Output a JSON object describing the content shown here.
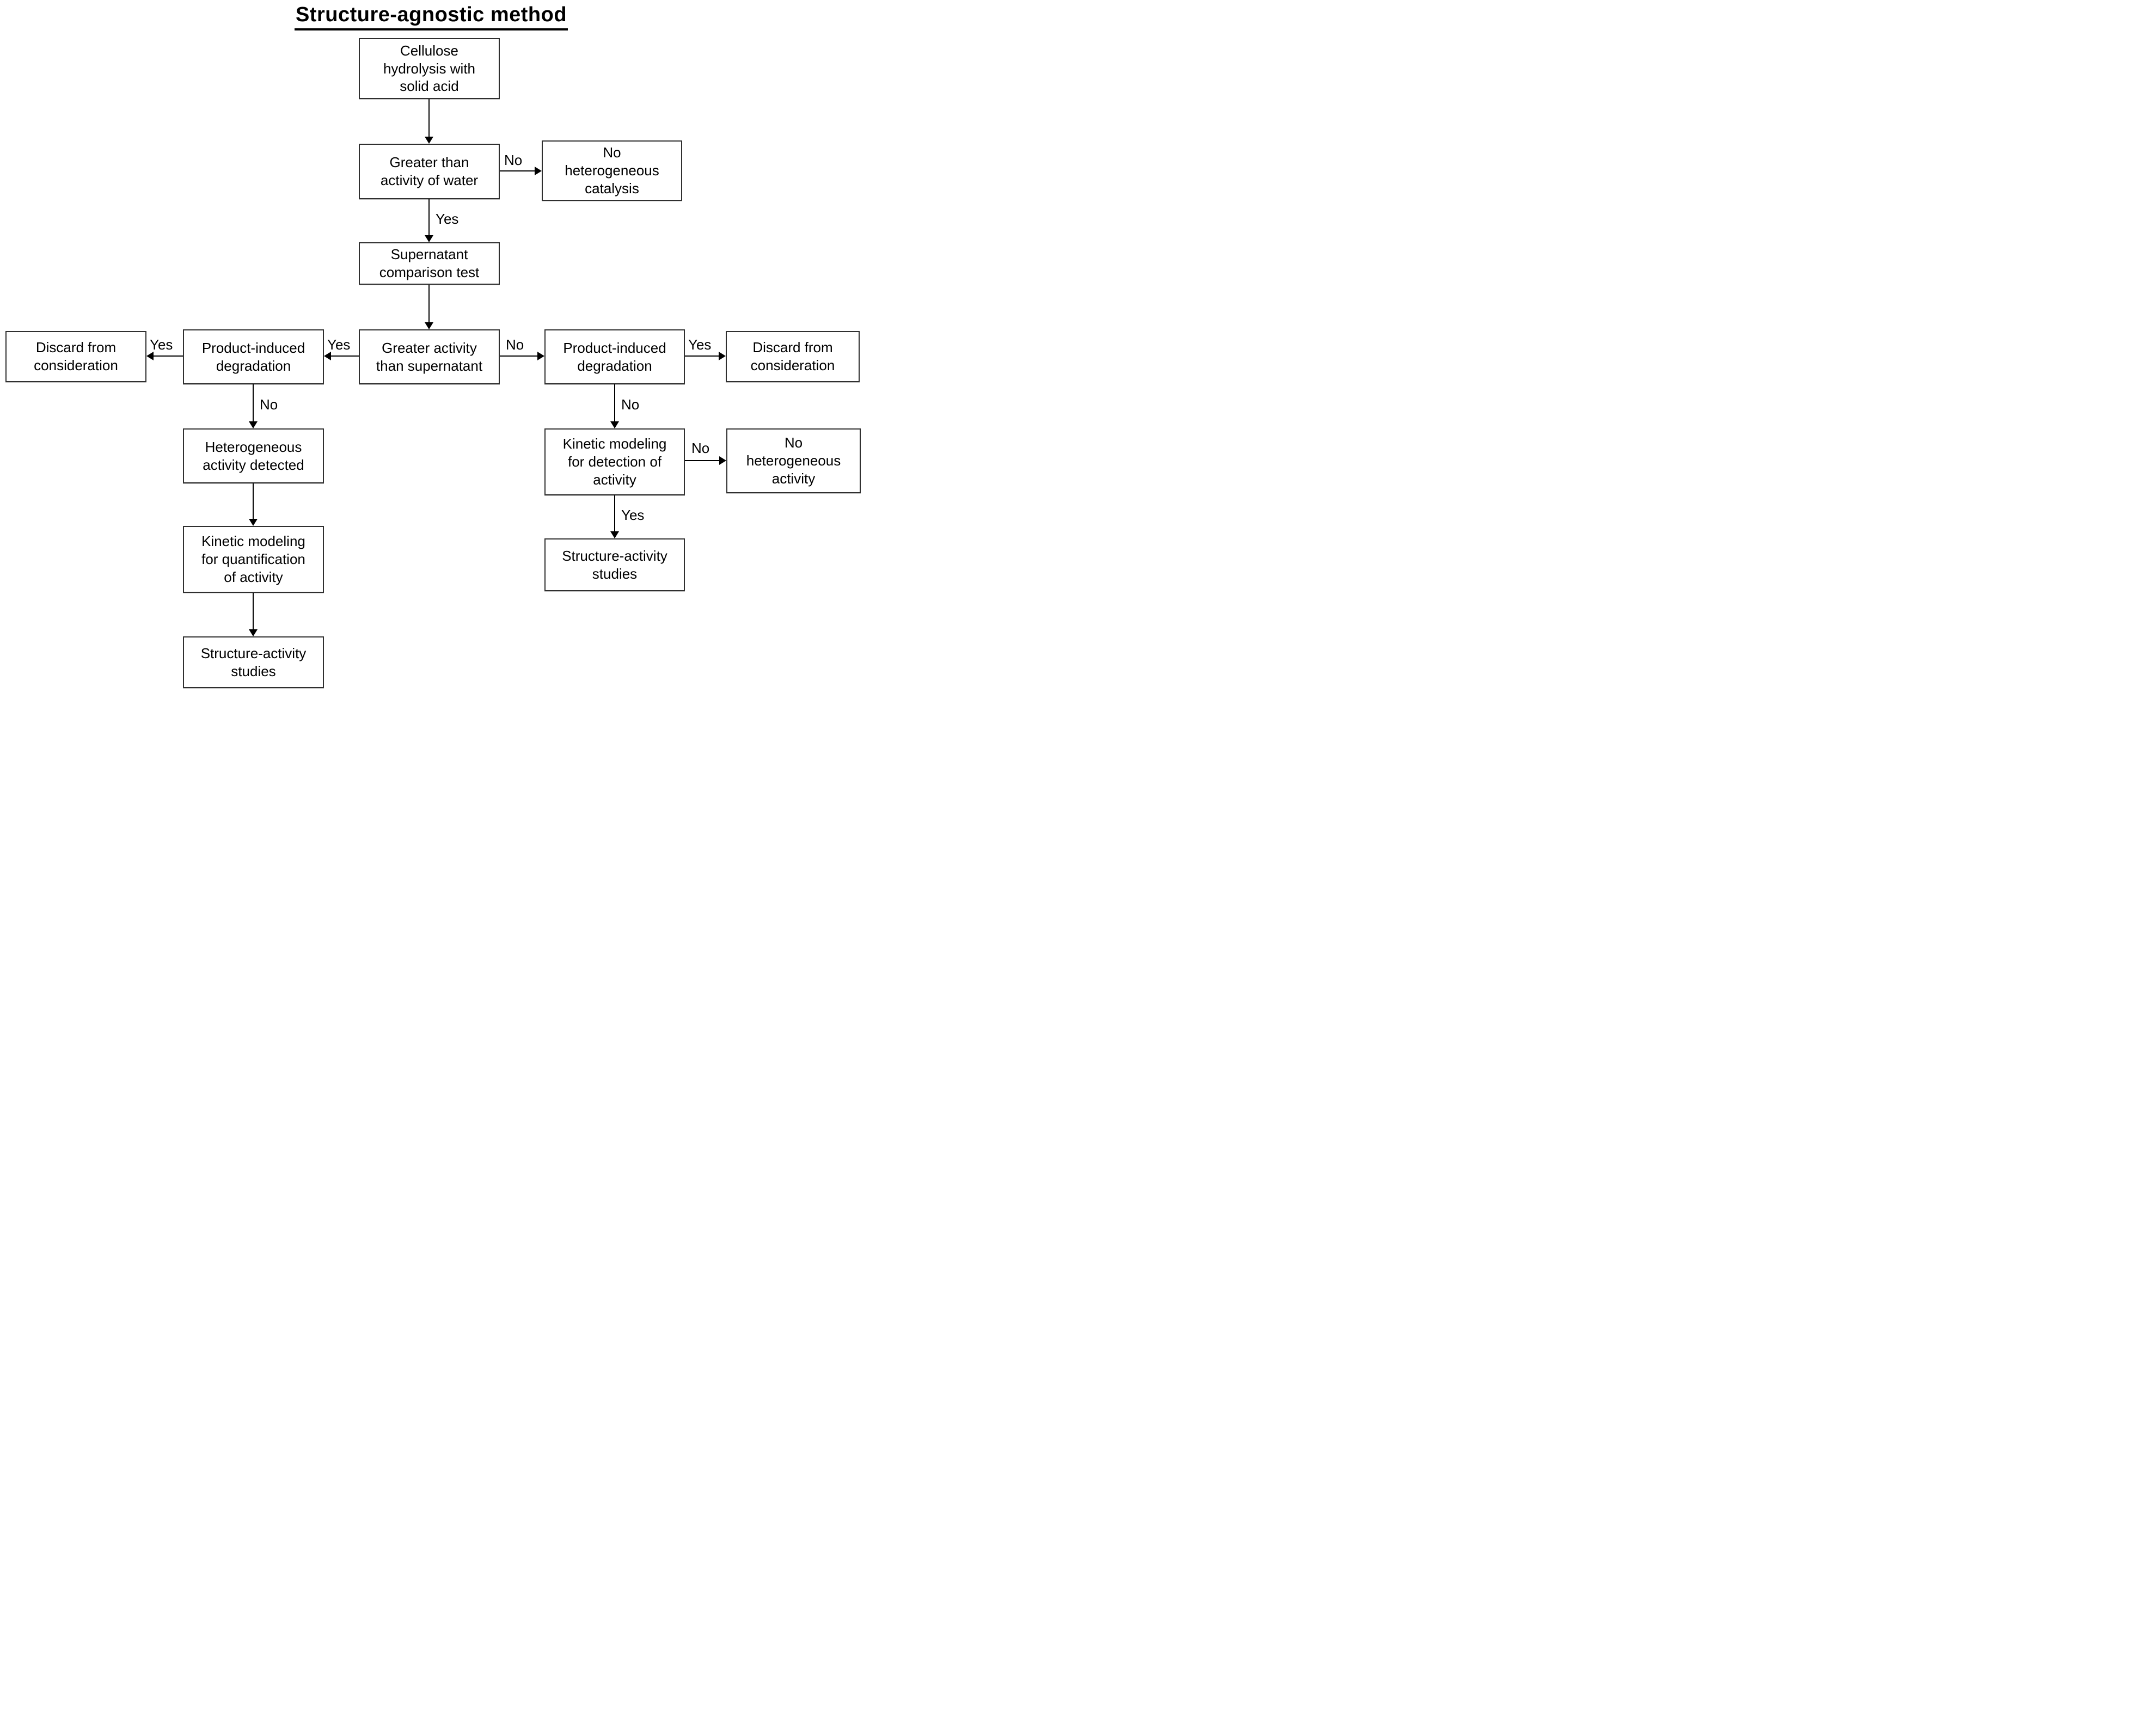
{
  "title": "Structure-agnostic method",
  "colors": {
    "background": "#ffffff",
    "box_border": "#2f2f2f",
    "text": "#000000",
    "arrow": "#000000"
  },
  "nodes": {
    "cellulose": {
      "label": "Cellulose\nhydrolysis with\nsolid acid"
    },
    "greater_water": {
      "label": "Greater than\nactivity of water"
    },
    "no_het_catalysis": {
      "label": "No\nheterogeneous\ncatalysis"
    },
    "supernatant_test": {
      "label": "Supernatant\ncomparison test"
    },
    "greater_supernatant": {
      "label": "Greater activity\nthan supernatant"
    },
    "pid_left": {
      "label": "Product-induced\ndegradation"
    },
    "discard_left": {
      "label": "Discard from\nconsideration"
    },
    "het_detected": {
      "label": "Heterogeneous\nactivity detected"
    },
    "kinetic_quant": {
      "label": "Kinetic modeling\nfor quantification\nof activity"
    },
    "sas_left": {
      "label": "Structure-activity\nstudies"
    },
    "pid_right": {
      "label": "Product-induced\ndegradation"
    },
    "discard_right": {
      "label": "Discard from\nconsideration"
    },
    "kinetic_detect": {
      "label": "Kinetic modeling\nfor detection of\nactivity"
    },
    "no_het_activity": {
      "label": "No\nheterogeneous\nactivity"
    },
    "sas_right": {
      "label": "Structure-activity\nstudies"
    }
  },
  "edge_labels": {
    "water_no": "No",
    "water_yes": "Yes",
    "super_yes_left": "Yes",
    "discard_left_yes": "Yes",
    "pid_left_no": "No",
    "super_no_right": "No",
    "discard_right_yes": "Yes",
    "pid_right_no": "No",
    "kinetic_detect_no": "No",
    "kinetic_detect_yes": "Yes"
  }
}
